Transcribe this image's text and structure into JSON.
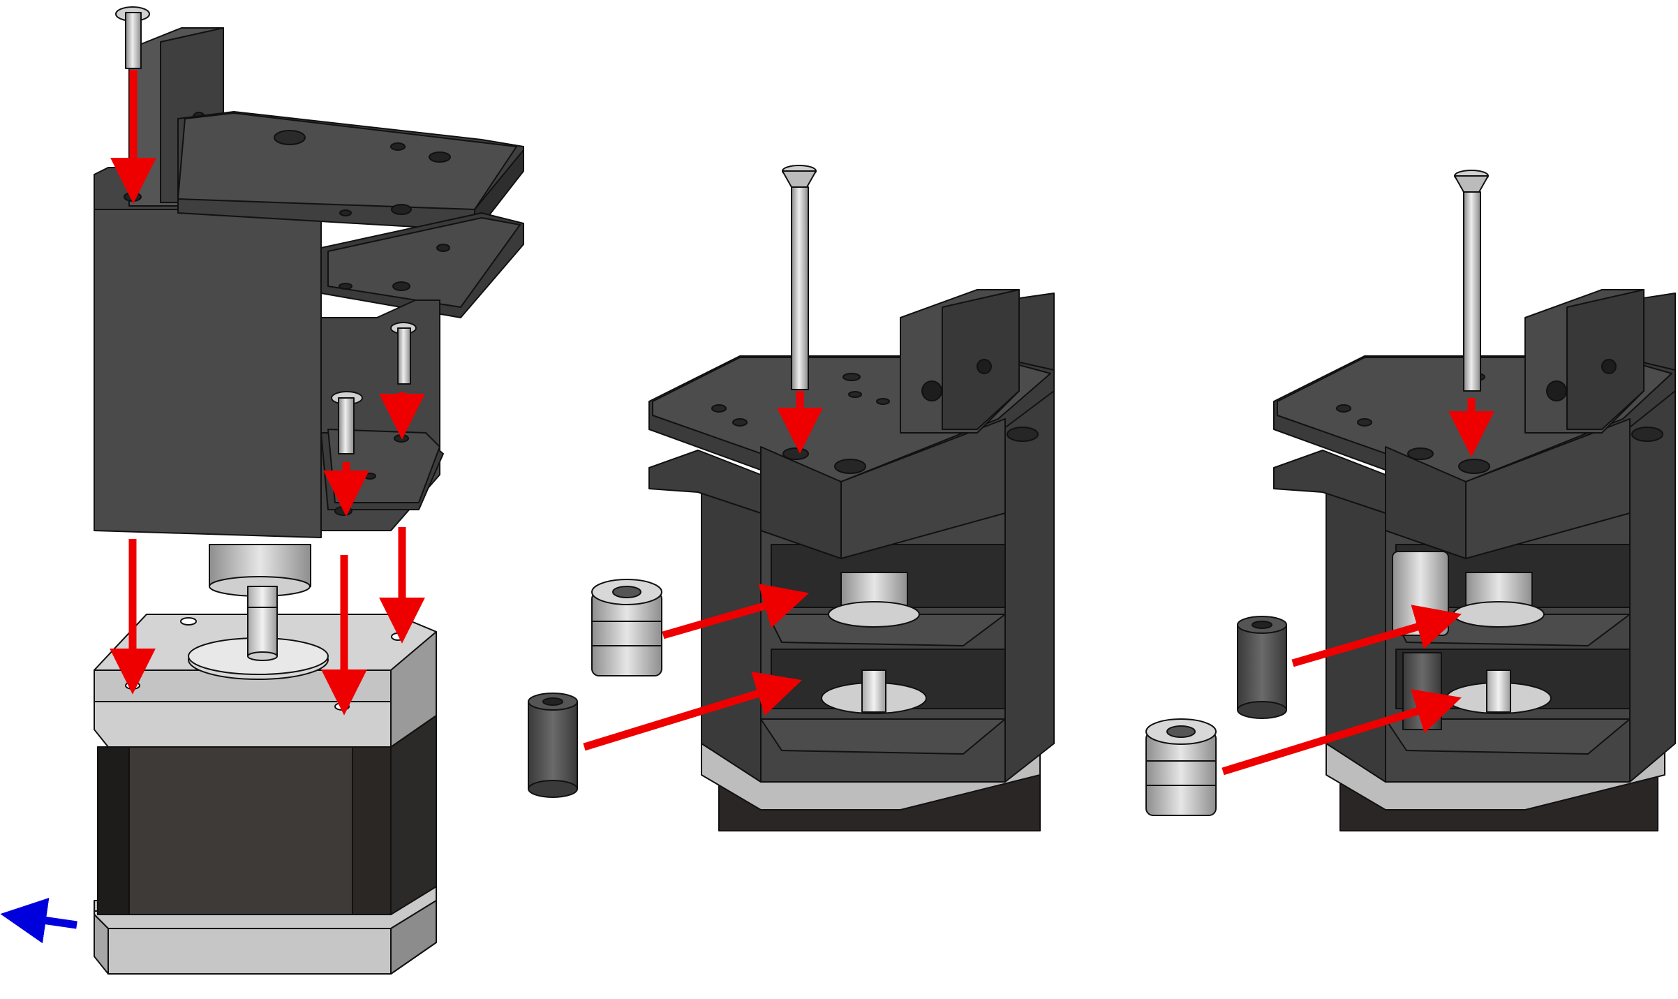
{
  "figure": {
    "steps": [
      {
        "id": "step-1",
        "parts": [
          "button-head-screw",
          "button-head-screw",
          "button-head-screw",
          "motor-bracket",
          "timing-pulley",
          "stepper-motor"
        ]
      },
      {
        "id": "step-2",
        "parts": [
          "countersunk-screw",
          "idler-bearing-pulley",
          "spacer-tube",
          "motor-bracket"
        ]
      },
      {
        "id": "step-3",
        "parts": [
          "countersunk-screw",
          "spacer-tube",
          "idler-bearing-pulley",
          "motor-bracket"
        ]
      }
    ],
    "arrow_colors": {
      "insert": "#ee0000",
      "direction": "#0000dd"
    },
    "part_colors": {
      "bracket": "#4a4a4a",
      "motor_body": "#3e3a38",
      "metal": "#c8c8c8"
    }
  }
}
